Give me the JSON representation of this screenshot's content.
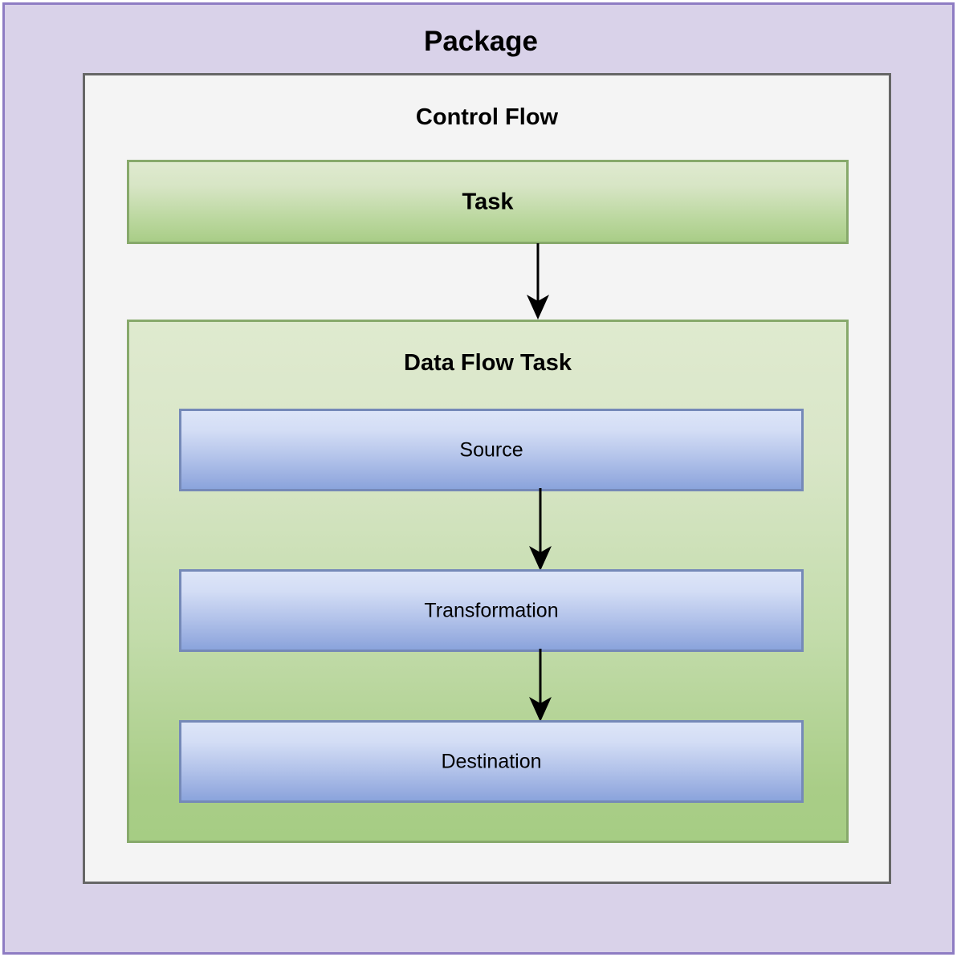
{
  "diagram": {
    "type": "nested-container-flow",
    "title": "Package",
    "background_color": "#d9d2e9",
    "border_color": "#8e7cc3"
  },
  "package": {
    "title": "Package",
    "fill": "#d9d2e9",
    "stroke": "#8e7cc3"
  },
  "control_flow": {
    "title": "Control Flow",
    "fill": "#f4f4f4",
    "stroke": "#666666"
  },
  "task": {
    "label": "Task",
    "fill_top": "#dfeacf",
    "fill_bottom": "#a9cd87",
    "stroke": "#87a96b"
  },
  "data_flow_task": {
    "title": "Data Flow Task",
    "fill_top": "#dfeacf",
    "fill_bottom": "#a6cd84",
    "stroke": "#87a96b",
    "components": [
      {
        "label": "Source"
      },
      {
        "label": "Transformation"
      },
      {
        "label": "Destination"
      }
    ],
    "component_fill_top": "#dde5f8",
    "component_fill_bottom": "#8aa4dc",
    "component_stroke": "#7589b8"
  },
  "connectors": [
    {
      "name": "task-to-data-flow-task",
      "from": "Task",
      "to": "Data Flow Task",
      "color": "#000000"
    },
    {
      "name": "source-to-transformation",
      "from": "Source",
      "to": "Transformation",
      "color": "#000000"
    },
    {
      "name": "transformation-to-destination",
      "from": "Transformation",
      "to": "Destination",
      "color": "#000000"
    }
  ]
}
